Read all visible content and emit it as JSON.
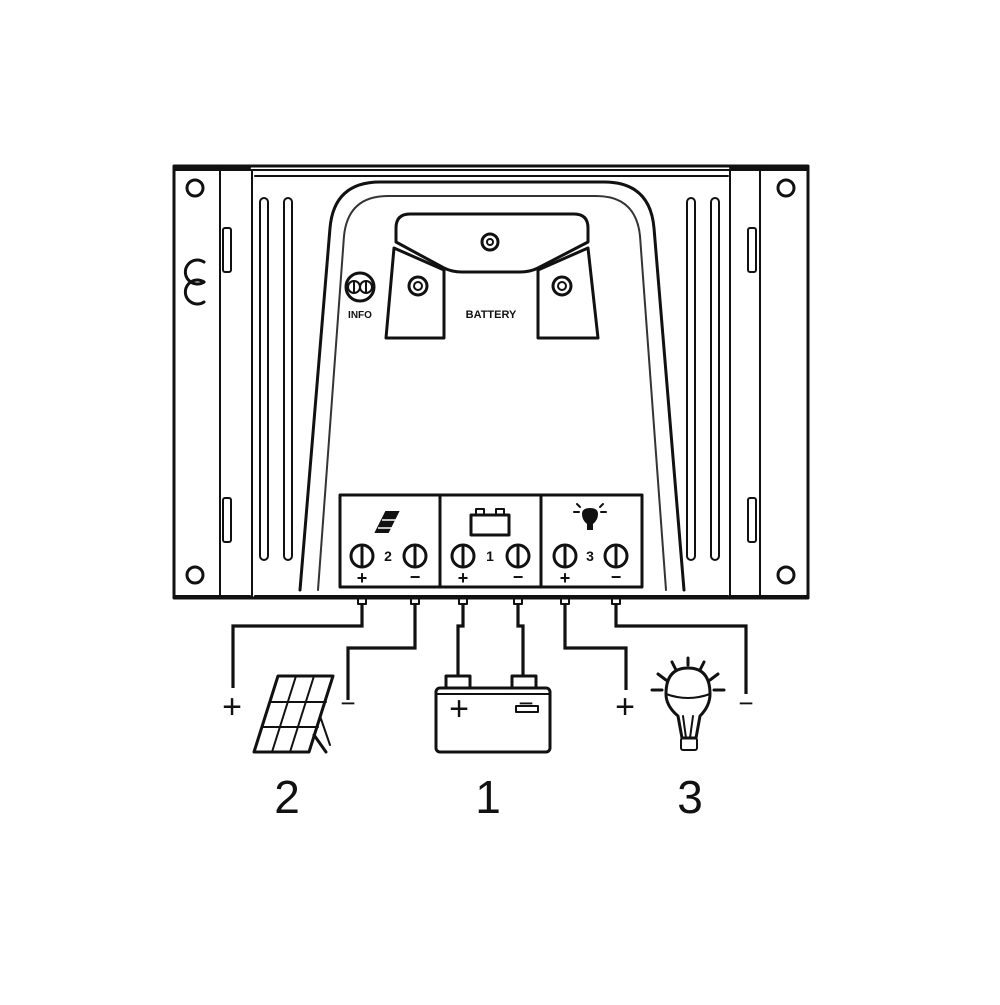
{
  "device": {
    "ce_mark": "CE",
    "info_label": "INFO",
    "battery_label": "BATTERY"
  },
  "terminals": [
    {
      "number": "2",
      "plus": "+",
      "minus": "−",
      "icon": "solar-panel-icon"
    },
    {
      "number": "1",
      "plus": "+",
      "minus": "−",
      "icon": "battery-icon"
    },
    {
      "number": "3",
      "plus": "+",
      "minus": "−",
      "icon": "light-bulb-icon"
    }
  ],
  "components": [
    {
      "label": "2",
      "plus": "+",
      "minus": "−",
      "icon": "solar-panel-icon"
    },
    {
      "label": "1",
      "plus": "+",
      "minus": "−",
      "icon": "battery-icon"
    },
    {
      "label": "3",
      "plus": "+",
      "minus": "−",
      "icon": "light-bulb-icon"
    }
  ],
  "colors": {
    "line": "#111111",
    "background": "#ffffff"
  }
}
